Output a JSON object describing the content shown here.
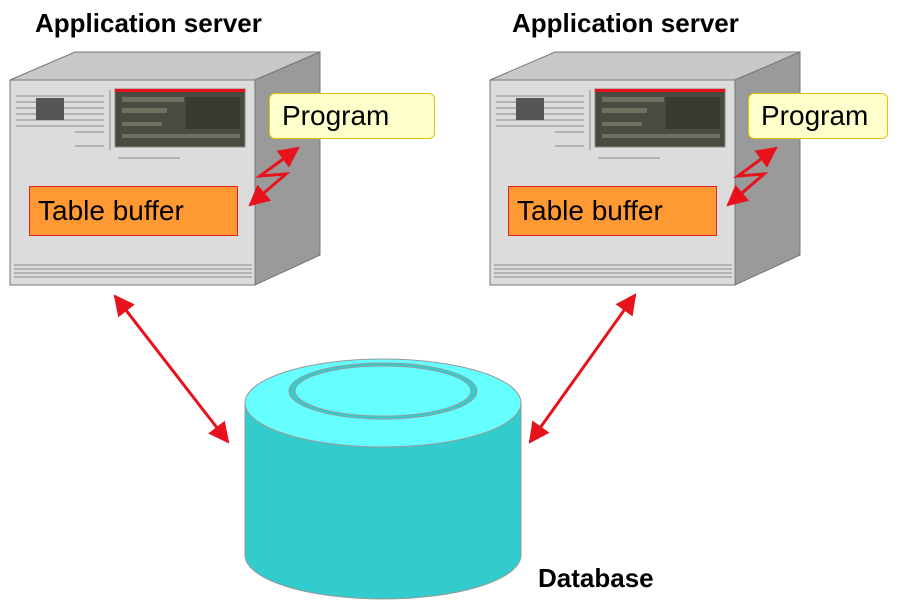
{
  "servers": [
    {
      "title": "Application server",
      "program_label": "Program",
      "buffer_label": "Table buffer"
    },
    {
      "title": "Application server",
      "program_label": "Program",
      "buffer_label": "Table buffer"
    }
  ],
  "database": {
    "label": "Database"
  },
  "colors": {
    "server_face": "#d9d9d9",
    "server_side": "#9a9a9a",
    "server_top": "#c8c8c8",
    "program_fill": "#ffffcc",
    "buffer_fill": "#ff9933",
    "arrow": "#e8121c",
    "db_body": "#33cccc",
    "db_top": "#66ffff"
  }
}
